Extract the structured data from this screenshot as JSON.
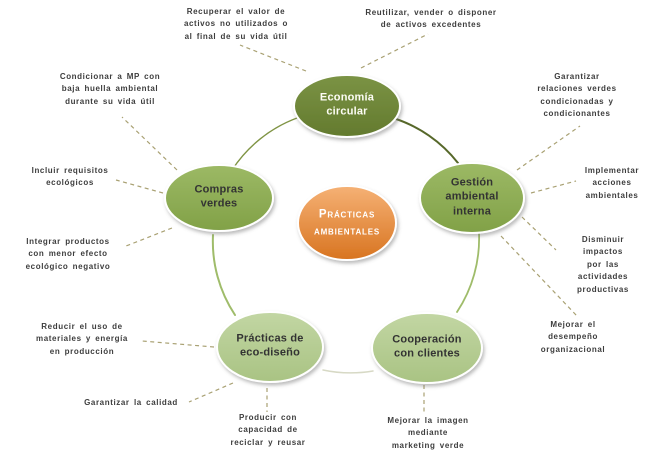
{
  "center_node": {
    "label": "Prácticas\nambientales"
  },
  "nodes": {
    "economia": {
      "label": "Economía\ncircular"
    },
    "gestion": {
      "label": "Gestión\nambiental\ninterna"
    },
    "cooperacion": {
      "label": "Cooperación\ncon clientes"
    },
    "practicas": {
      "label": "Prácticas de\neco-diseño"
    },
    "compras": {
      "label": "Compras\nverdes"
    }
  },
  "annotations": {
    "recuperar": "Recuperar el valor de\nactivos no utilizados o\nal final de su vida útil",
    "reutilizar": "Reutilizar, vender o disponer\nde activos excedentes",
    "condicionar": "Condicionar a MP con\nbaja huella ambiental\ndurante su vida útil",
    "incluir": "Incluir requisitos\necológicos",
    "integrar": "Integrar productos\ncon menor efecto\necológico negativo",
    "reducir": "Reducir el uso de\nmateriales y energía\nen producción",
    "garantizar_calidad": "Garantizar la calidad",
    "producir": "Producir con\ncapacidad de\nreciclar y reusar",
    "mejorar_imagen": "Mejorar la imagen\nmediante\nmarketing verde",
    "garantizar_relaciones": "Garantizar\nrelaciones verdes\ncondicionadas y\ncondicionantes",
    "implementar": "Implementar\nacciones\nambientales",
    "disminuir": "Disminuir impactos\npor las actividades\nproductivas",
    "mejorar_desempeno": "Mejorar el\ndesempeño\norganizacional"
  },
  "colors": {
    "node_economia_green": "#6f8839",
    "node_mid_green": "#8fae57",
    "node_light_green": "#b6ce93",
    "center_orange": "#e89247",
    "dashed_connector": "#a9a173",
    "arc_olive": "#7f9444",
    "arc_dark_olive": "#57682a",
    "arc_green": "#9fbc6a",
    "arc_pale": "#d7d9c5",
    "annotation_text": "#3d3d3d"
  }
}
